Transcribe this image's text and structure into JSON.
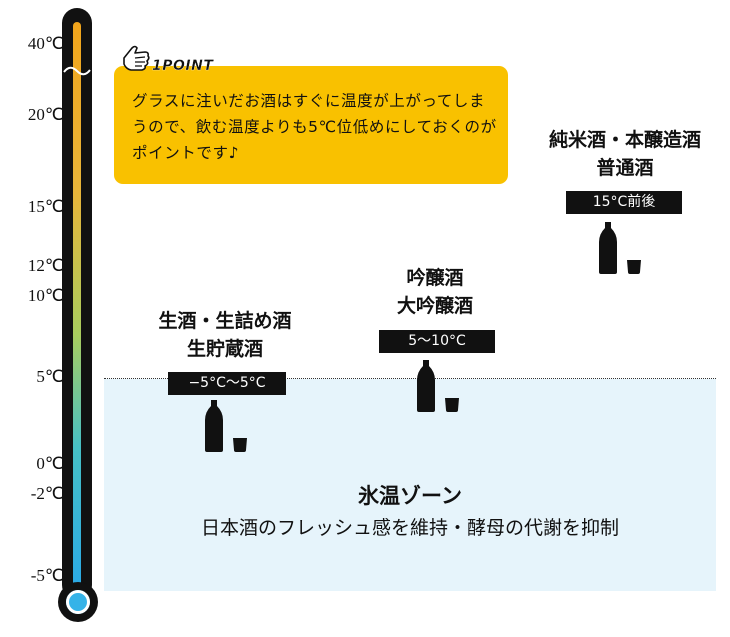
{
  "thermometer": {
    "ticks": [
      {
        "label": "40℃"
      },
      {
        "label": "20℃"
      },
      {
        "label": "15℃"
      },
      {
        "label": "12℃"
      },
      {
        "label": "10℃"
      },
      {
        "label": "5℃"
      },
      {
        "label": "0℃"
      },
      {
        "label": "-2℃"
      },
      {
        "label": "-5℃"
      }
    ]
  },
  "point": {
    "label": "1POINT",
    "text": "グラスに注いだお酒はすぐに温度が上がってしまうので、飲む温度よりも5℃位低めにしておくのがポイントです♪"
  },
  "sake_groups": [
    {
      "names": [
        "純米酒・本醸造酒",
        "普通酒"
      ],
      "temp": "15°C前後"
    },
    {
      "names": [
        "吟醸酒",
        "大吟醸酒"
      ],
      "temp": "5〜10°C"
    },
    {
      "names": [
        "生酒・生詰め酒",
        "生貯蔵酒"
      ],
      "temp": "−5°C〜5°C"
    }
  ],
  "zone": {
    "title": "氷温ゾーン",
    "description": "日本酒のフレッシュ感を維持・酵母の代謝を抑制"
  },
  "colors": {
    "callout": "#f9c100",
    "zone": "#e6f4fb",
    "mercury_top": "#f2a51b",
    "mercury_bottom": "#2aa9e6"
  }
}
